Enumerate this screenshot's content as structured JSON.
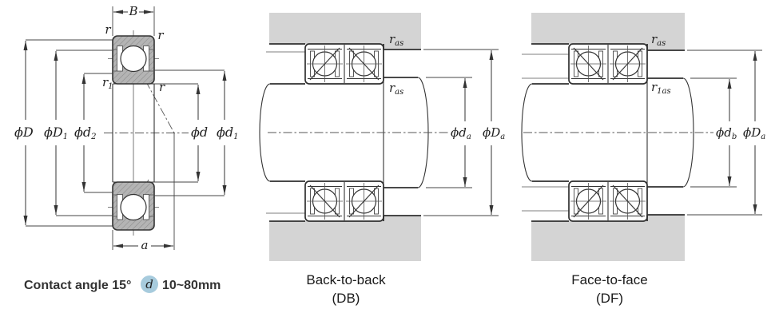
{
  "colors": {
    "housing": "#d4d4d4",
    "ring_fill": "#b4b4b4",
    "badge": "#a7cbdd"
  },
  "single": {
    "width_label": "B",
    "offset_label": "a",
    "r_top_left": "r",
    "r_top_right": "r",
    "r_mid_right": "r",
    "r1": {
      "b": "r",
      "s": "1"
    },
    "phi_D": {
      "b": "ϕD",
      "s": ""
    },
    "phi_D1": {
      "b": "ϕD",
      "s": "1"
    },
    "phi_d2": {
      "b": "ϕd",
      "s": "2"
    },
    "phi_d": {
      "b": "ϕd",
      "s": ""
    },
    "phi_d1": {
      "b": "ϕd",
      "s": "1"
    },
    "note": {
      "prefix": "Contact angle 15°",
      "badge": "d",
      "suffix": "10~80mm"
    }
  },
  "back_to_back": {
    "caption": "Back-to-back",
    "code": "(DB)",
    "r_as_outer": {
      "b": "r",
      "s": "as"
    },
    "r_as_inner": {
      "b": "r",
      "s": "as"
    },
    "phi_da": {
      "b": "ϕd",
      "s": "a"
    },
    "phi_Da": {
      "b": "ϕD",
      "s": "a"
    }
  },
  "face_to_face": {
    "caption": "Face-to-face",
    "code": "(DF)",
    "r_as_outer": {
      "b": "r",
      "s": "as"
    },
    "r_1as_inner": {
      "b": "r",
      "s": "1as"
    },
    "phi_db": {
      "b": "ϕd",
      "s": "b"
    },
    "phi_Da": {
      "b": "ϕD",
      "s": "a"
    }
  }
}
